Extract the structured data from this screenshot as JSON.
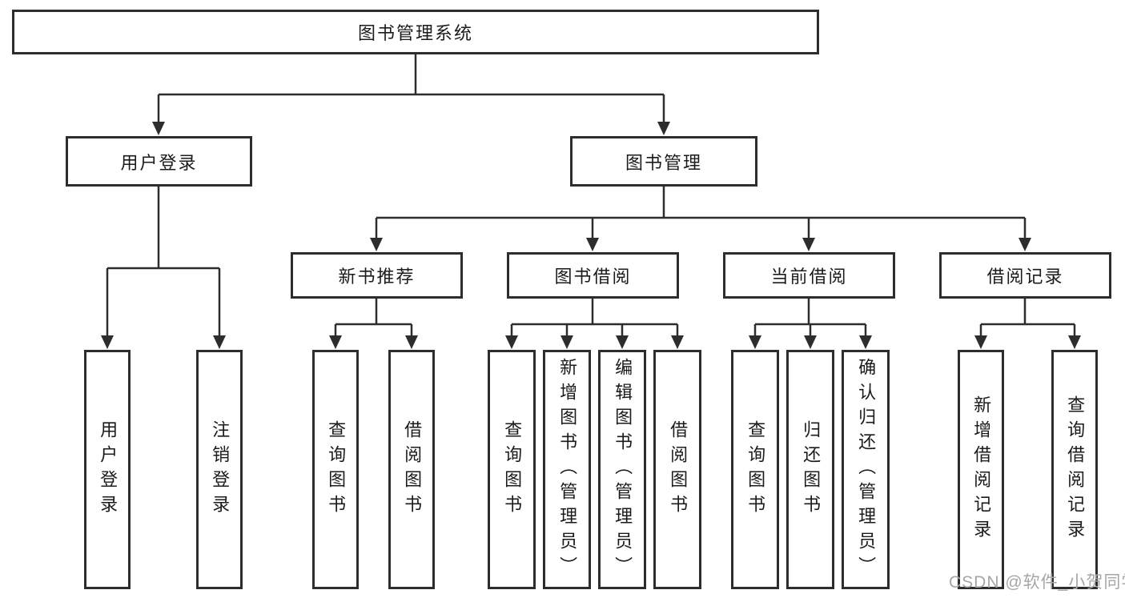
{
  "tree": {
    "root": {
      "label": "图书管理系统",
      "children": [
        {
          "label": "用户登录",
          "children": [
            {
              "label": "用户登录"
            },
            {
              "label": "注销登录"
            }
          ]
        },
        {
          "label": "图书管理",
          "children": [
            {
              "label": "新书推荐",
              "children": [
                {
                  "label": "查询图书"
                },
                {
                  "label": "借阅图书"
                }
              ]
            },
            {
              "label": "图书借阅",
              "children": [
                {
                  "label": "查询图书"
                },
                {
                  "label": "新增图书（管理员）"
                },
                {
                  "label": "编辑图书（管理员）"
                },
                {
                  "label": "借阅图书"
                }
              ]
            },
            {
              "label": "当前借阅",
              "children": [
                {
                  "label": "查询图书"
                },
                {
                  "label": "归还图书"
                },
                {
                  "label": "确认归还（管理员）"
                }
              ]
            },
            {
              "label": "借阅记录",
              "children": [
                {
                  "label": "新增借阅记录"
                },
                {
                  "label": "查询借阅记录"
                }
              ]
            }
          ]
        }
      ]
    }
  },
  "watermark": {
    "text": "CSDN @软件_小贺同学"
  },
  "colors": {
    "line": "#2d2d2d",
    "text": "#1b1b1b",
    "background": "#ffffff",
    "watermark": "#a6a6a6"
  }
}
